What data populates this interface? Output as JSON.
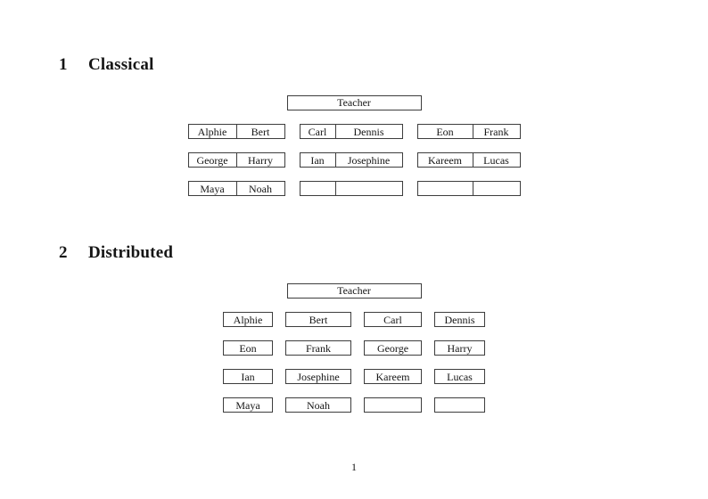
{
  "page_number": "1",
  "sections": [
    {
      "heading_number": "1",
      "heading_title": "Classical",
      "teacher_label": "Teacher",
      "columns": [
        {
          "rows": [
            [
              "Alphie",
              "Bert"
            ],
            [
              "George",
              "Harry"
            ],
            [
              "Maya",
              "Noah"
            ]
          ]
        },
        {
          "rows": [
            [
              "Carl",
              "Dennis"
            ],
            [
              "Ian",
              "Josephine"
            ],
            [
              "",
              ""
            ]
          ]
        },
        {
          "rows": [
            [
              "Eon",
              "Frank"
            ],
            [
              "Kareem",
              "Lucas"
            ],
            [
              "",
              ""
            ]
          ]
        }
      ]
    },
    {
      "heading_number": "2",
      "heading_title": "Distributed",
      "teacher_label": "Teacher",
      "columns": [
        {
          "rows": [
            [
              "Alphie"
            ],
            [
              "Eon"
            ],
            [
              "Ian"
            ],
            [
              "Maya"
            ]
          ]
        },
        {
          "rows": [
            [
              "Bert"
            ],
            [
              "Frank"
            ],
            [
              "Josephine"
            ],
            [
              "Noah"
            ]
          ]
        },
        {
          "rows": [
            [
              "Carl"
            ],
            [
              "George"
            ],
            [
              "Kareem"
            ],
            [
              ""
            ]
          ]
        },
        {
          "rows": [
            [
              "Dennis"
            ],
            [
              "Harry"
            ],
            [
              "Lucas"
            ],
            [
              ""
            ]
          ]
        }
      ]
    }
  ]
}
